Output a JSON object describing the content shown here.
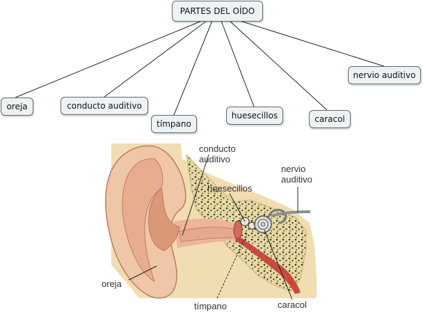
{
  "concept_map": {
    "root": "PARTES DEL OÍDO",
    "children": [
      "oreja",
      "conducto auditivo",
      "tímpano",
      "huesecillos",
      "caracol",
      "nervio auditivo"
    ]
  },
  "illustration": {
    "labels": {
      "conducto_line1": "conducto",
      "conducto_line2": "auditivo",
      "nervio_line1": "nervio",
      "nervio_line2": "auditivo",
      "huesecillos": "huesecillos",
      "oreja": "oreja",
      "timpano": "tímpano",
      "caracol": "caracol"
    },
    "colors": {
      "skin": "#f0c6a8",
      "skin_dark": "#d99878",
      "bone": "#f3e7b6",
      "canal": "#b64438",
      "nerve": "#9a9a9a"
    }
  }
}
